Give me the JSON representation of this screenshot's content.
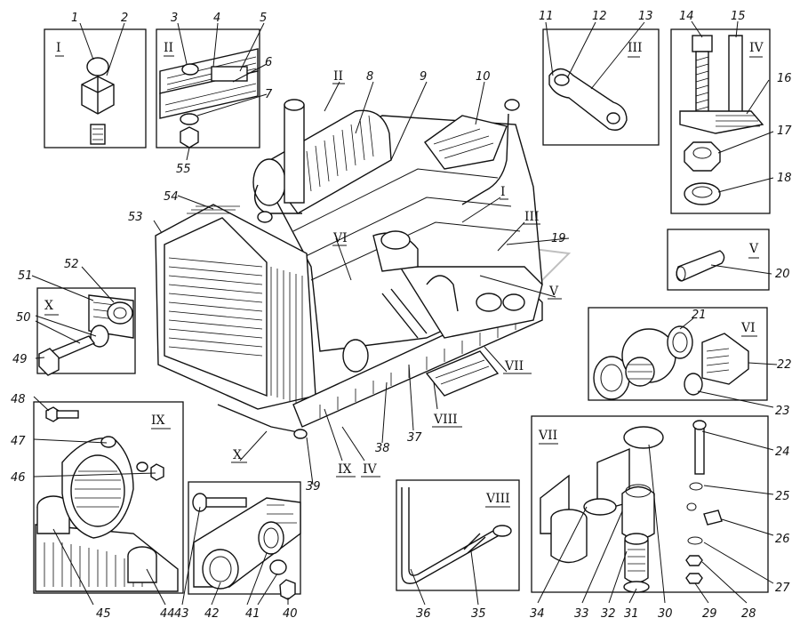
{
  "title": "",
  "panel_labels": {
    "p1": "I",
    "p2": "II",
    "p3": "III",
    "p4": "IV",
    "p5": "V",
    "p6": "VI",
    "p7": "VII",
    "p8": "VIII",
    "p9": "IX",
    "p10": "X"
  },
  "main_labels": {
    "m1": "I",
    "m2": "II",
    "m3": "III",
    "m4": "IV",
    "m5": "V",
    "m6": "VI",
    "m7": "VII",
    "m8": "VIII",
    "m9": "IX",
    "m10": "X"
  },
  "part_numbers": {
    "n1": "1",
    "n2": "2",
    "n3": "3",
    "n4": "4",
    "n5": "5",
    "n6": "6",
    "n7": "7",
    "n8": "8",
    "n9": "9",
    "n10": "10",
    "n11": "11",
    "n12": "12",
    "n13": "13",
    "n14": "14",
    "n15": "15",
    "n16": "16",
    "n17": "17",
    "n18": "18",
    "n19": "19",
    "n20": "20",
    "n21": "21",
    "n22": "22",
    "n23": "23",
    "n24": "24",
    "n25": "25",
    "n26": "26",
    "n27": "27",
    "n28": "28",
    "n29": "29",
    "n30": "30",
    "n31": "31",
    "n32": "32",
    "n33": "33",
    "n34": "34",
    "n35": "35",
    "n36": "36",
    "n37": "37",
    "n38": "38",
    "n39": "39",
    "n40": "40",
    "n41": "41",
    "n42": "42",
    "n43": "43",
    "n44": "44",
    "n45": "45",
    "n46": "46",
    "n47": "47",
    "n48": "48",
    "n49": "49",
    "n50": "50",
    "n51": "51",
    "n52": "52",
    "n53": "53",
    "n54": "54",
    "n55": "55"
  }
}
